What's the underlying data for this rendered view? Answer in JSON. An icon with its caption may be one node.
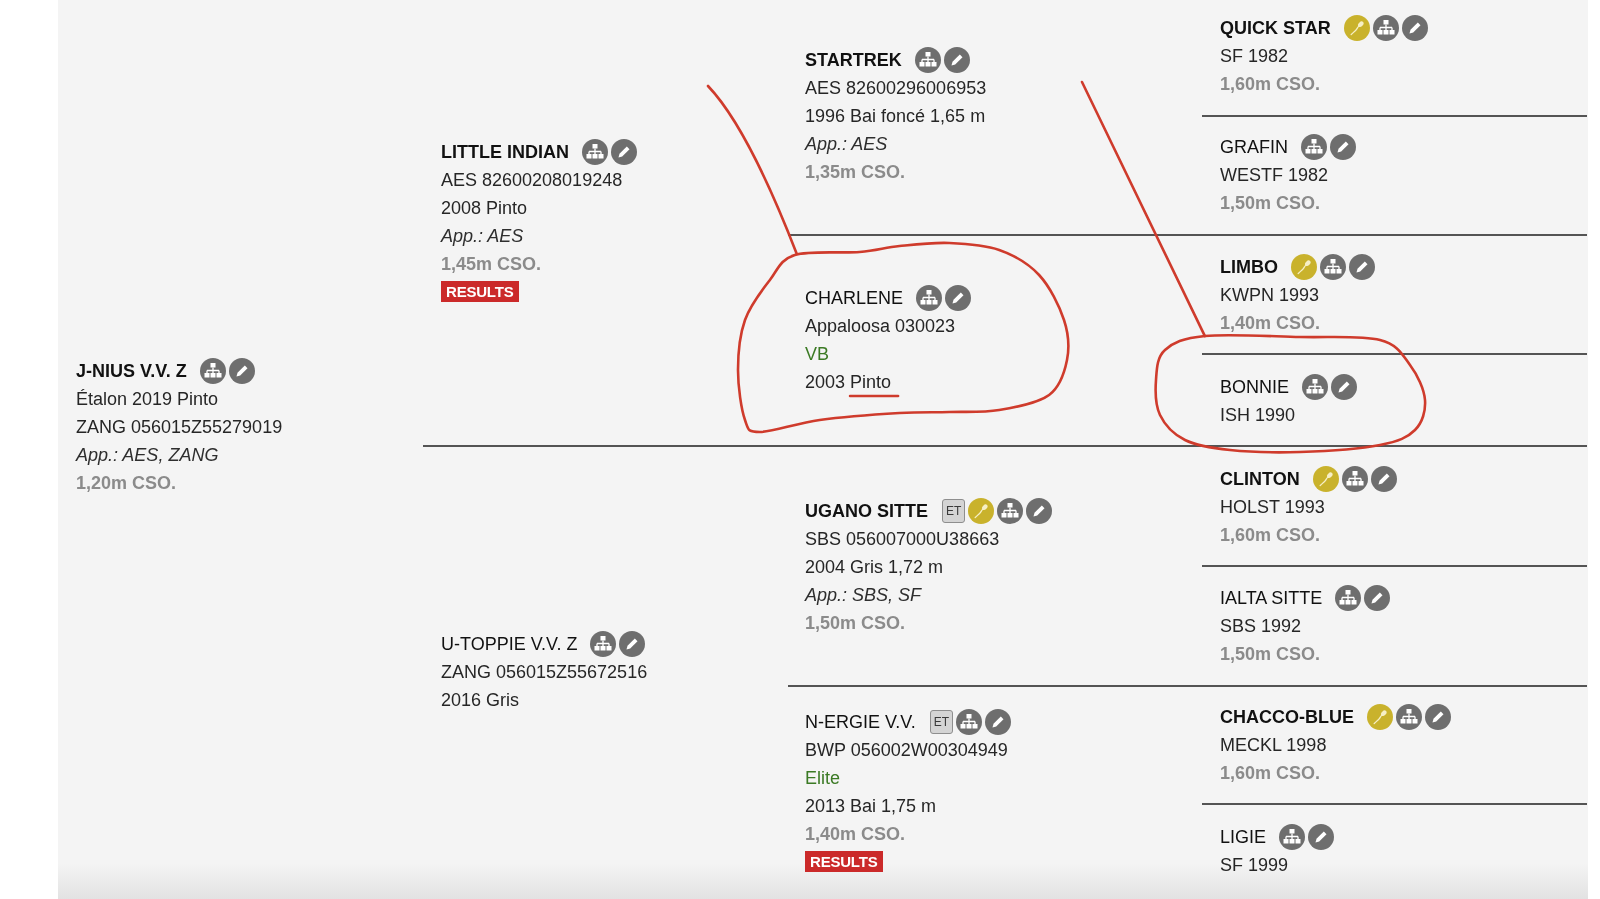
{
  "diagram": {
    "nodes": [
      {
        "text": [
          "J-NIUS V.V. Z",
          "Étalon 2019 Pinto",
          "ZANG 056015Z55279019",
          "App.: AES, ZANG",
          "1,20m CSO."
        ]
      },
      {
        "text": [
          "LITTLE INDIAN",
          "AES 82600208019248",
          "2008 Pinto",
          "App.: AES",
          "1,45m CSO.",
          "RESULTS"
        ]
      },
      {
        "text": [
          "U-TOPPIE V.V. Z",
          "ZANG 056015Z55672516",
          "2016 Gris"
        ]
      },
      {
        "text": [
          "STARTREK",
          "AES 82600296006953",
          "1996 Bai foncé 1,65 m",
          "App.: AES",
          "1,35m CSO."
        ]
      },
      {
        "text": [],
        "shape": "circle"
      },
      {
        "text": [
          "CHARLENE",
          "Appaloosa 030023",
          "VB",
          "2003 Pinto"
        ],
        "in": 4
      },
      {
        "text": [
          "UGANO SITTE",
          "ET",
          "SBS 056007000U38663",
          "2004 Gris 1,72 m",
          "App.: SBS, SF",
          "1,50m CSO."
        ]
      },
      {
        "text": [
          "N-ERGIE V.V.",
          "ET",
          "BWP 056002W00304949",
          "Elite",
          "2013 Bai 1,75 m",
          "1,40m CSO.",
          "RESULTS"
        ]
      },
      {
        "text": [
          "QUICK STAR",
          "SF 1982",
          "1,60m CSO."
        ]
      },
      {
        "text": [
          "GRAFIN",
          "WESTF 1982",
          "1,50m CSO."
        ]
      },
      {
        "text": [
          "LIMBO",
          "KWPN 1993",
          "1,40m CSO."
        ]
      },
      {
        "text": [],
        "shape": "circle"
      },
      {
        "text": [
          "BONNIE",
          "ISH 1990"
        ],
        "in": 11
      },
      {
        "text": [
          "CLINTON",
          "HOLST 1993",
          "1,60m CSO."
        ]
      },
      {
        "text": [
          "IALTA SITTE",
          "SBS 1992",
          "1,50m CSO."
        ]
      },
      {
        "text": [
          "CHACCO-BLUE",
          "MECKL 1998",
          "1,60m CSO."
        ]
      },
      {
        "text": [
          "LIGIE",
          "SF 1999"
        ]
      }
    ],
    "edges": [
      {
        "from": null,
        "to": 4,
        "arrow": "none"
      },
      {
        "from": null,
        "to": 11,
        "arrow": "none"
      }
    ]
  }
}
